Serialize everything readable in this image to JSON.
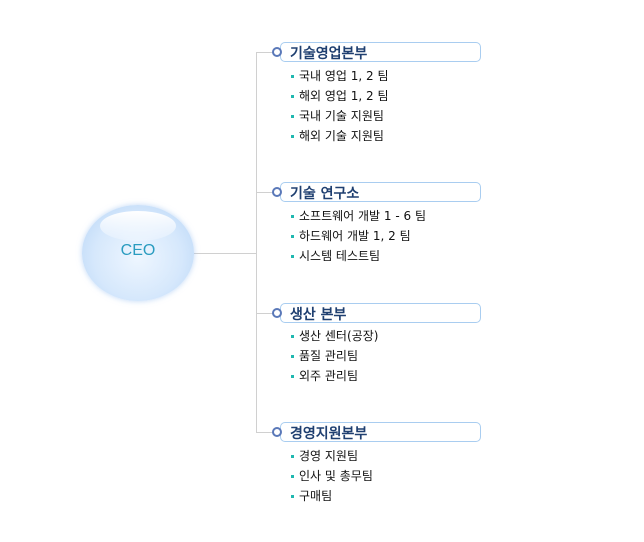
{
  "root": {
    "label": "CEO"
  },
  "branches": [
    {
      "title": "기술영업본부",
      "items": [
        "국내 영업 1, 2 팀",
        "해외 영업 1, 2 팀",
        "국내 기술 지원팀",
        "해외 기술 지원팀"
      ]
    },
    {
      "title": "기술 연구소",
      "items": [
        "소프트웨어 개발 1 - 6 팀",
        "하드웨어 개발 1, 2 팀",
        "시스템 테스트팀"
      ]
    },
    {
      "title": "생산 본부",
      "items": [
        "생산 센터(공장)",
        "품질 관리팀",
        "외주 관리팀"
      ]
    },
    {
      "title": "경영지원본부",
      "items": [
        "경영 지원팀",
        "인사 및 총무팀",
        "구매팀"
      ]
    }
  ],
  "colors": {
    "branch_title": "#1f3f70",
    "bullet": "#20b8b0",
    "ceo_text": "#2a9cc0"
  }
}
